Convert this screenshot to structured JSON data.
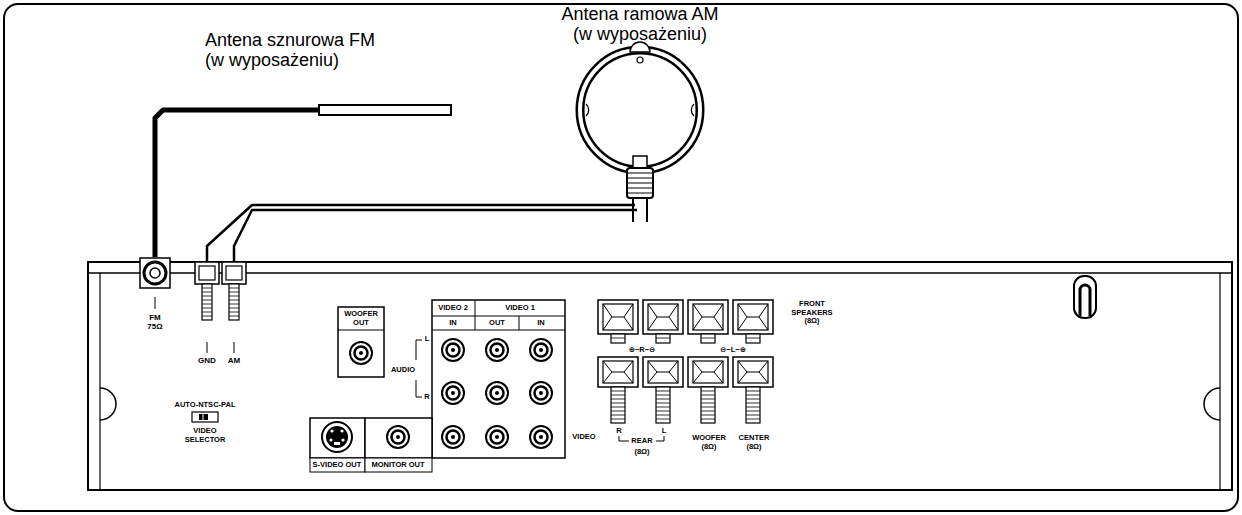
{
  "diagram": {
    "nodes": [
      {
        "text": [
          "Antena sznurowa FM (w wyposażeniu)"
        ]
      },
      {
        "text": [
          "Antena ramowa AM (w wyposażeniu)"
        ]
      },
      {
        "text": [
          "FM 75Ω"
        ]
      },
      {
        "text": [
          "GND"
        ]
      },
      {
        "text": [
          "AM"
        ]
      }
    ],
    "edges": [
      {
        "from": 0,
        "to": 2,
        "arrow": "none"
      },
      {
        "from": 1,
        "to": 3,
        "arrow": "none"
      },
      {
        "from": 1,
        "to": 4,
        "arrow": "none"
      }
    ],
    "labels": [
      "WOOFER OUT",
      "VIDEO 2",
      "VIDEO 1",
      "IN",
      "OUT",
      "IN",
      "L",
      "AUDIO",
      "R",
      "VIDEO",
      "S-VIDEO OUT",
      "MONITOR OUT",
      "AUTO-NTSC-PAL",
      "VIDEO SELECTOR",
      "FRONT SPEAKERS (8Ω)",
      "⊕−R−⊖",
      "⊖−L−⊕",
      "R",
      "REAR",
      "(8Ω)",
      "L",
      "WOOFER (8Ω)",
      "CENTER (8Ω)"
    ]
  }
}
